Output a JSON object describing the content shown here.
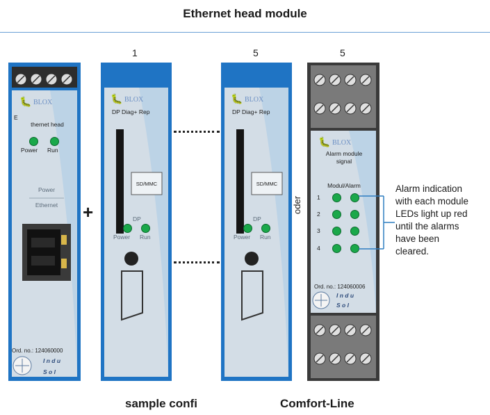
{
  "title": "Ethernet head module",
  "slot_numbers": [
    "1",
    "5",
    "5"
  ],
  "plus_sign": "+",
  "oder_label": "oder",
  "head_module": {
    "logo_text": "BLOX",
    "name_line1": "E",
    "name_line2": "thernet head",
    "led_power": "Power",
    "led_run": "Run",
    "port_label1": "Power",
    "port_label2": "Ethernet",
    "order_no": "Ord. no.: 124060000",
    "brand_line1": "I n d u",
    "brand_line2": "S o l"
  },
  "diag_module": {
    "logo_text": "BLOX",
    "name": "DP Diag+ Rep",
    "card_slot": "SD/MMC",
    "dp_label": "DP",
    "led_power": "Power",
    "led_run": "Run"
  },
  "alarm_module": {
    "logo_text": "BLOX",
    "name_line1": "Alarm module",
    "name_line2": "signal",
    "column_header": "Modul/Alarm",
    "rows": [
      "1",
      "2",
      "3",
      "4"
    ],
    "order_no": "Ord. no.: 124060006",
    "brand_line1": "I n d u",
    "brand_line2": "S o l"
  },
  "callout_lines": [
    "Alarm indication",
    "with each module",
    "LEDs light up red",
    "until the alarms",
    "have been",
    "cleared."
  ],
  "bottom_labels": [
    "sample confi",
    "Comfort-Line"
  ],
  "colors": {
    "module_blue": "#1f74c4",
    "face": "#d3dde6",
    "led_green": "#1aa84a",
    "rule": "#6aa0d6"
  }
}
